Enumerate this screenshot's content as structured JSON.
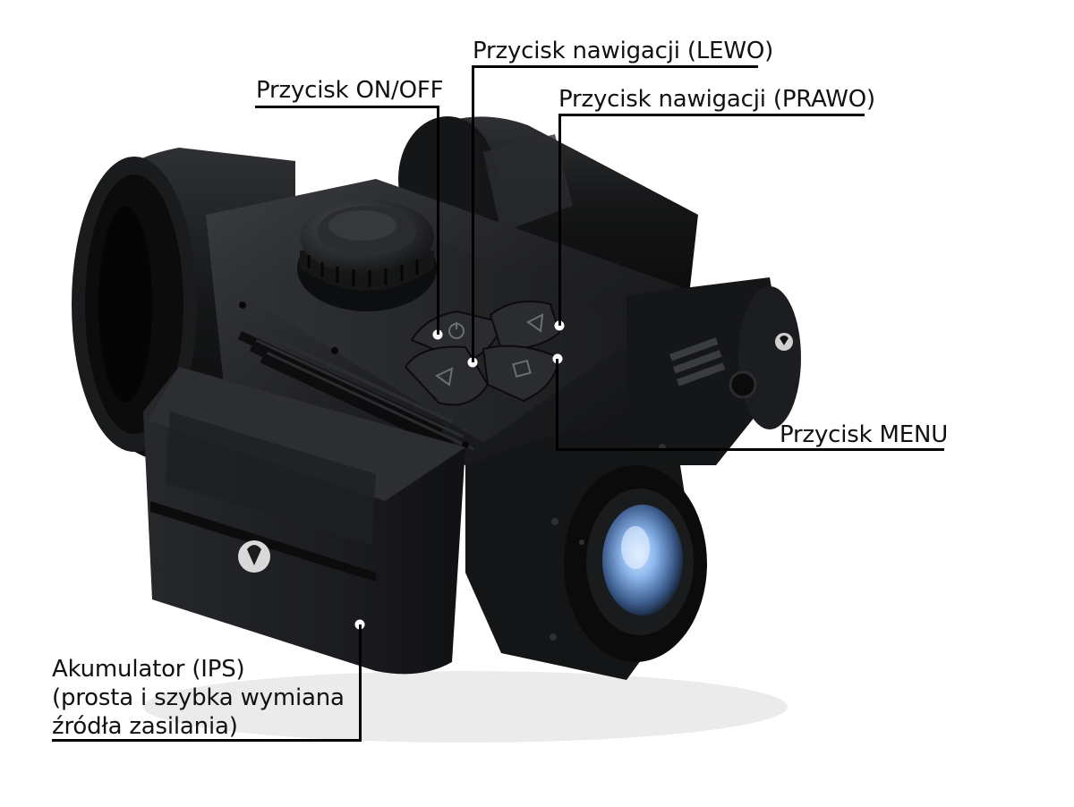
{
  "callouts": {
    "on_off": "Przycisk ON/OFF",
    "nav_left": "Przycisk nawigacji (LEWO)",
    "nav_right": "Przycisk nawigacji (PRAWO)",
    "menu": "Przycisk MENU",
    "battery": {
      "line1": "Akumulator (IPS)",
      "line2": "(prosta i szybka wymiana",
      "line3": "źródła zasilania)"
    }
  },
  "device": {
    "button_icons": [
      "power-icon",
      "triangle-left-icon",
      "triangle-right-icon",
      "square-menu-icon"
    ],
    "logo_icons": [
      "pulsar-logo-icon",
      "pulsar-logo-icon"
    ]
  },
  "colors": {
    "body_dark": "#1b1c1e",
    "body_mid": "#2b2d30",
    "lens_blue": "#7fb0e8",
    "background": "#ffffff"
  }
}
